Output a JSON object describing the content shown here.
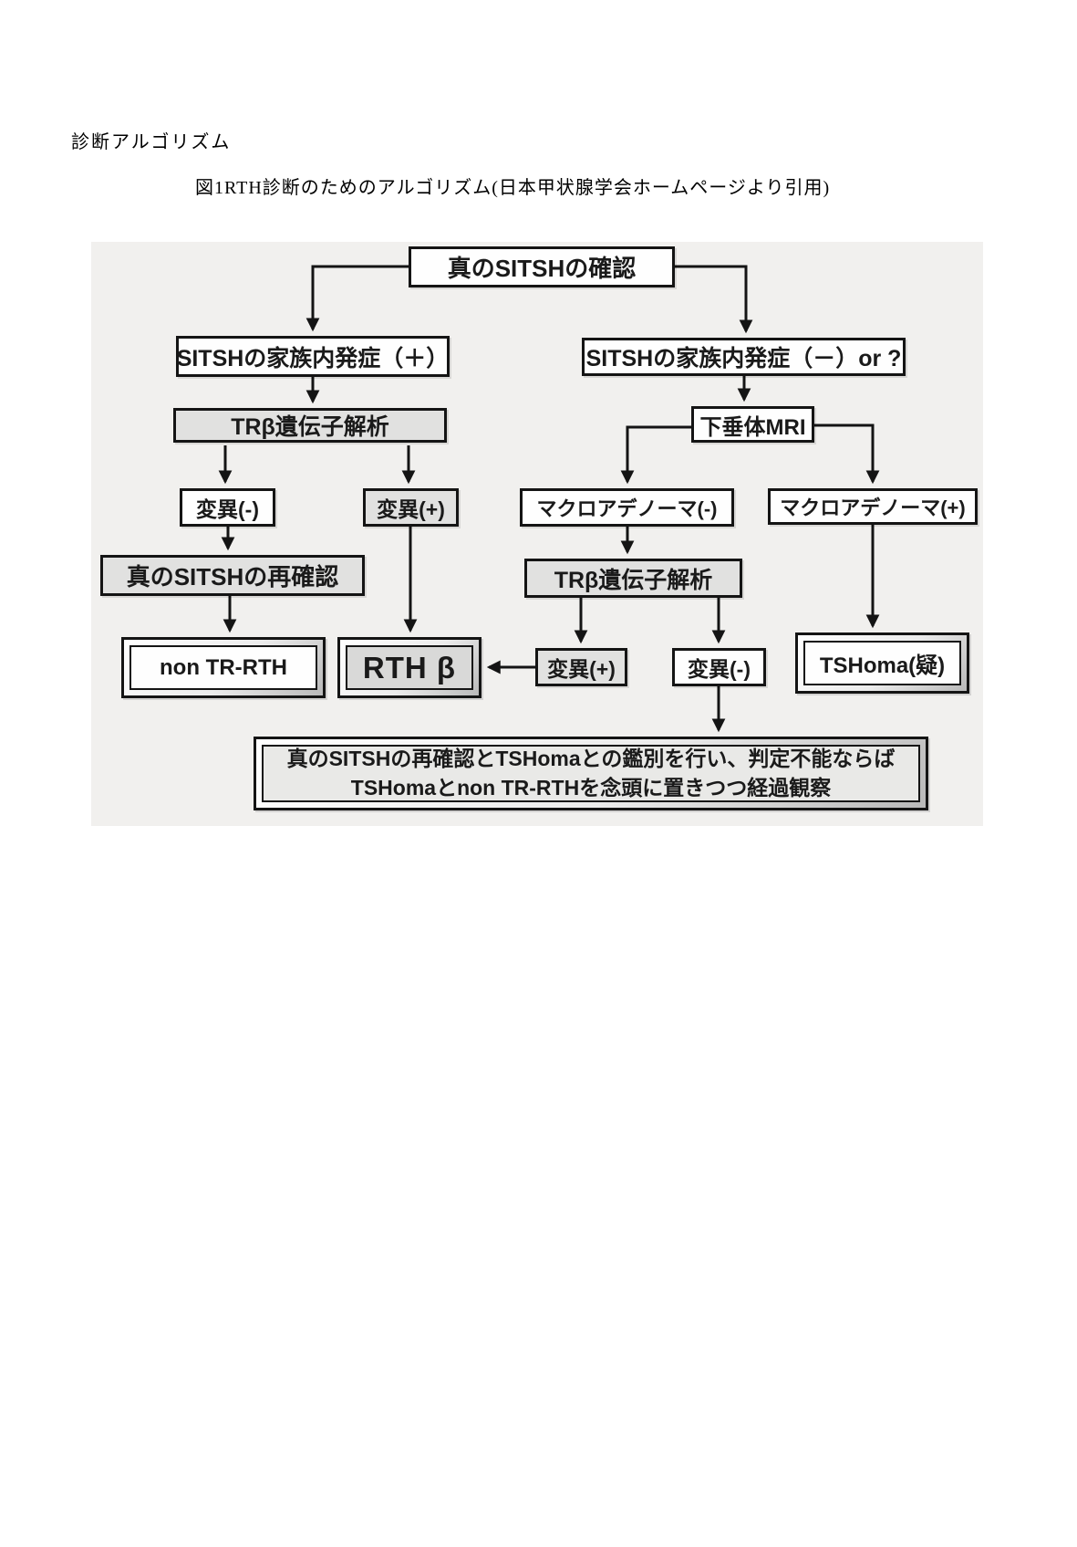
{
  "document": {
    "heading": "診断アルゴリズム",
    "figure_caption": "図1RTH診断のためのアルゴリズム(日本甲状腺学会ホームページより引用)"
  },
  "diagram": {
    "colors": {
      "background": "#f1f0ee",
      "border": "#141414",
      "gray_fill": "#e1e1e0",
      "white_fill": "#fefefe"
    },
    "nodes": {
      "confirm_true_sitsh": {
        "label": "真のSITSHの確認"
      },
      "familial_positive": {
        "label": "SITSHの家族内発症（＋）"
      },
      "familial_negative": {
        "label": "SITSHの家族内発症（－）or ?"
      },
      "trb_gene_analysis_1": {
        "label": "TRβ遺伝子解析"
      },
      "pituitary_mri": {
        "label": "下垂体MRI"
      },
      "mutation_negative_1": {
        "label": "変異(-)"
      },
      "mutation_positive_1": {
        "label": "変異(+)"
      },
      "macroadenoma_negative": {
        "label": "マクロアデノーマ(-)"
      },
      "macroadenoma_positive": {
        "label": "マクロアデノーマ(+)"
      },
      "recheck_true_sitsh": {
        "label": "真のSITSHの再確認"
      },
      "trb_gene_analysis_2": {
        "label": "TRβ遺伝子解析"
      },
      "non_tr_rth": {
        "label": "non TR-RTH"
      },
      "rth_beta": {
        "label": "RTH β"
      },
      "mutation_positive_2": {
        "label": "変異(+)"
      },
      "mutation_negative_2": {
        "label": "変異(-)"
      },
      "tshoma_suspected": {
        "label": "TSHoma(疑)"
      },
      "final_outcome": {
        "line1": "真のSITSHの再確認とTSHomaとの鑑別を行い、判定不能ならば",
        "line2": "TSHomaとnon TR-RTHを念頭に置きつつ経過観察"
      }
    }
  }
}
